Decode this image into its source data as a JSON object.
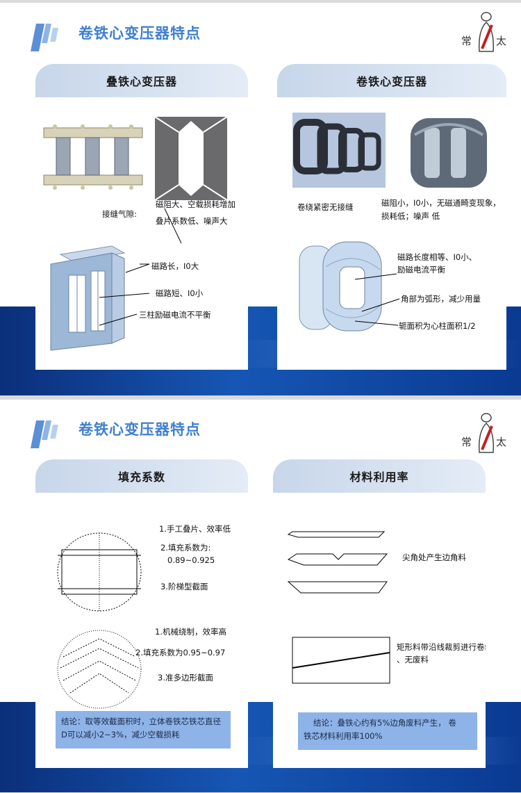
{
  "slides": [
    {
      "title": "卷铁心变压器特点",
      "left_panel": {
        "header": "叠铁心变压器",
        "labels": {
          "gap_prefix": "接缝气隙:",
          "gap_line1": "磁阻大、空载损耗增加",
          "gap_line2": "叠片系数低、噪声大",
          "path_long": "磁路长，I0大",
          "path_short": "磁路短、I0小",
          "unbalanced": "三柱励磁电流不平衡"
        }
      },
      "right_panel": {
        "header": "卷铁心变压器",
        "labels": {
          "no_seam": "卷绕紧密无接缝",
          "low_reluct_1": "磁阻小，I0小，无磁通畸变现象，",
          "low_reluct_2": "损耗低；噪声 低",
          "equal_path_1": "磁路长度相等、I0小、",
          "equal_path_2": "励磁电流平衡",
          "arc_corner": "角部为弧形，减少用量",
          "yoke_area": "轭面积为心柱面积1/2"
        }
      }
    },
    {
      "title": "卷铁心变压器特点",
      "left_panel": {
        "header": "填充系数",
        "labels": {
          "item1": "1.手工叠片、效率低",
          "item2": "2.填充系数为:",
          "item2_value": "0.89~0.925",
          "item3": "3.阶梯型截面",
          "item4": "1.机械绕制，效率高",
          "item5": "2.填充系数为0.95~0.97",
          "item6": "3.准多边形截面"
        },
        "conclusion_line1": "结论：取等效截面积时，立体卷铁芯铁芯直径",
        "conclusion_line2": "D可以减小2~3%，减少空载损耗"
      },
      "right_panel": {
        "header": "材料利用率",
        "labels": {
          "corner_waste": "尖角处产生边角料",
          "rect_strip_1": "矩形料带沿线裁剪进行卷绕",
          "rect_strip_2": "、无废料"
        },
        "conclusion_line1": "结论：叠铁心约有5%边角废料产生，  卷",
        "conclusion_line2": "铁芯材料利用率100%"
      }
    }
  ],
  "brand": {
    "char_left": "常",
    "char_right": "太"
  },
  "colors": {
    "accent": "#3f7fd0",
    "band": "#1656b4",
    "panel_head": "#c7d6ea",
    "note": "#8eb3e8"
  },
  "icons": {
    "logo": "stripe-logo-icon",
    "brand": "brand-seal-icon"
  }
}
